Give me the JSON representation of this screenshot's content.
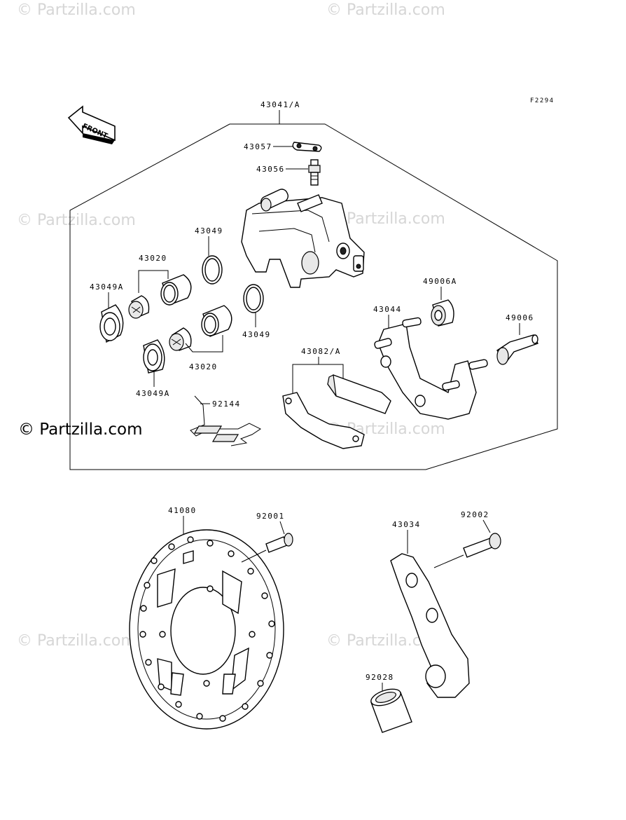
{
  "watermarks": {
    "w1": "© Partzilla.com",
    "w2": "© Partzilla.com",
    "w3": "© Partzilla.com",
    "w4": "© Partzilla.com",
    "w5": "© Partzilla.com",
    "w6": "© Partzilla.com",
    "w7": "© Partzilla.com",
    "main": "© Partzilla.com"
  },
  "figure_code": "F2294",
  "front_label": "FRONT",
  "labels": {
    "caliper_assy": "43041/A",
    "p43057": "43057",
    "p43056": "43056",
    "p43049_top": "43049",
    "p43020_top": "43020",
    "p43049A_left": "43049A",
    "p43049_mid": "43049",
    "p43020_bottom": "43020",
    "p43049A_bottom": "43049A",
    "p92144": "92144",
    "p43082": "43082/A",
    "p43044": "43044",
    "p49006A": "49006A",
    "p49006": "49006",
    "p41080": "41080",
    "p92001": "92001",
    "p43034": "43034",
    "p92002": "92002",
    "p92028": "92028"
  }
}
